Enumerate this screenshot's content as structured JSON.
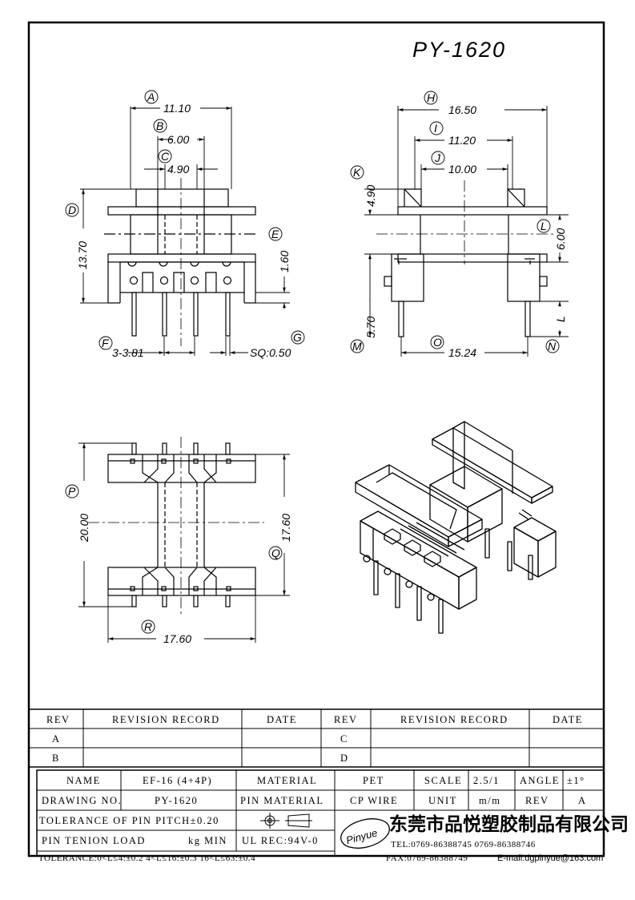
{
  "drawing_title": "PY-1620",
  "front_view": {
    "labels": {
      "A": "A",
      "B": "B",
      "C": "C",
      "D": "D",
      "E": "E",
      "F": "F",
      "G": "G"
    },
    "dims": {
      "A": "11.10",
      "B": "6.00",
      "C": "4.90",
      "D": "13.70",
      "E": "1.60",
      "F": "3-3.81",
      "G": "SQ:0.50"
    }
  },
  "side_view": {
    "labels": {
      "H": "H",
      "I": "I",
      "J": "J",
      "K": "K",
      "L": "L",
      "M": "M",
      "N": "N",
      "O": "O"
    },
    "dims": {
      "H": "16.50",
      "I": "11.20",
      "J": "10.00",
      "K": "4.90",
      "L": "6.00",
      "M": "5.70",
      "N": "L",
      "O": "15.24"
    }
  },
  "bottom_view": {
    "labels": {
      "P": "P",
      "Q": "Q",
      "R": "R"
    },
    "dims": {
      "P": "20.00",
      "Q": "17.60",
      "R": "17.60"
    }
  },
  "revision_table": {
    "headers": [
      "REV",
      "REVISION RECORD",
      "DATE",
      "REV",
      "REVISION RECORD",
      "DATE"
    ],
    "rows": [
      [
        "A",
        "",
        "",
        "C",
        "",
        ""
      ],
      [
        "B",
        "",
        "",
        "D",
        "",
        ""
      ]
    ]
  },
  "title_block": {
    "name_label": "NAME",
    "name_value": "EF-16 (4+4P)",
    "material_label": "MATERIAL",
    "material_value": "PET",
    "scale_label": "SCALE",
    "scale_value": "2.5/1",
    "angle_label": "ANGLE",
    "angle_value": "±1°",
    "drawing_no_label": "DRAWING NO.",
    "drawing_no_value": "PY-1620",
    "pin_material_label": "PIN MATERIAL",
    "pin_material_value": "CP WIRE",
    "unit_label": "UNIT",
    "unit_value": "m/m",
    "rev_label": "REV",
    "rev_value": "A",
    "tol_pitch": "TOLERANCE OF PIN PITCH±0.20",
    "tension": "PIN TENION LOAD",
    "tension_value": "kg MIN",
    "ul": "UL REC:94V-0",
    "tolerance": "TOLERANCE:0<L≤4:±0.2  4<L≤16:±0.3  16<L≤63:±0.4",
    "logo": "Pinyue",
    "company": "东莞市品悦塑胶制品有限公司",
    "tel": "TEL:0769-86388745   0769-86388746",
    "fax": "FAX:0769-86388749",
    "email": "E-mail:dgpinyue@163.com"
  }
}
